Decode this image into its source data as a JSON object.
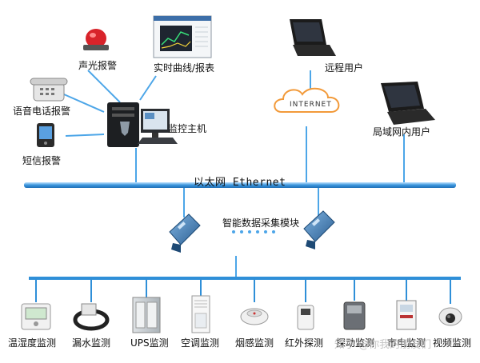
{
  "diagram": {
    "network_bus_label": "以太网 Ethernet",
    "internet_label": "INTERNET",
    "nodes": {
      "siren": "声光报警",
      "realtime_chart": "实时曲线/报表",
      "voice_alarm": "语音电话报警",
      "monitor_host": "监控主机",
      "sms_alarm": "短信报警",
      "remote_user": "远程用户",
      "lan_user": "局域网内用户",
      "acquisition_module": "智能数据采集模块"
    },
    "devices": [
      "温湿度监测",
      "漏水监测",
      "UPS监测",
      "空调监测",
      "烟感监测",
      "红外探测",
      "探动监测",
      "市电监测",
      "视频监测"
    ],
    "watermark": "知乎 @你我的朋友们",
    "colors": {
      "bus_blue": "#2f8fd8",
      "line_blue": "#4da6e8",
      "cloud_orange": "#f29a3a"
    }
  }
}
